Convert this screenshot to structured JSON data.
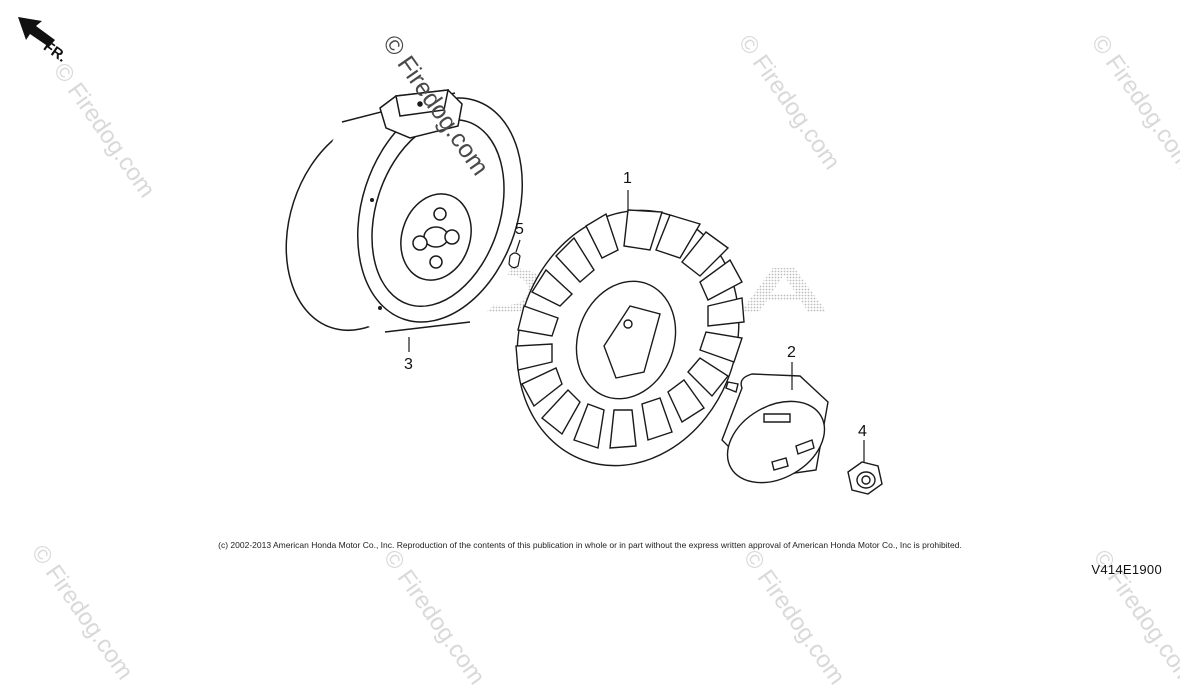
{
  "diagram": {
    "direction_label": "FR.",
    "callouts": [
      "1",
      "2",
      "3",
      "4",
      "5"
    ],
    "copyright": "(c) 2002-2013 American Honda Motor Co., Inc. Reproduction of the contents of this publication in whole or in part without the express written approval of American Honda Motor Co., Inc is prohibited.",
    "diagram_code": "V414E1900"
  },
  "watermark": {
    "text": "© Firedog.com",
    "background_text": "HONDA"
  },
  "colors": {
    "line": "#1a1a1a",
    "watermark": "#d9d9d9",
    "background": "#ffffff"
  }
}
